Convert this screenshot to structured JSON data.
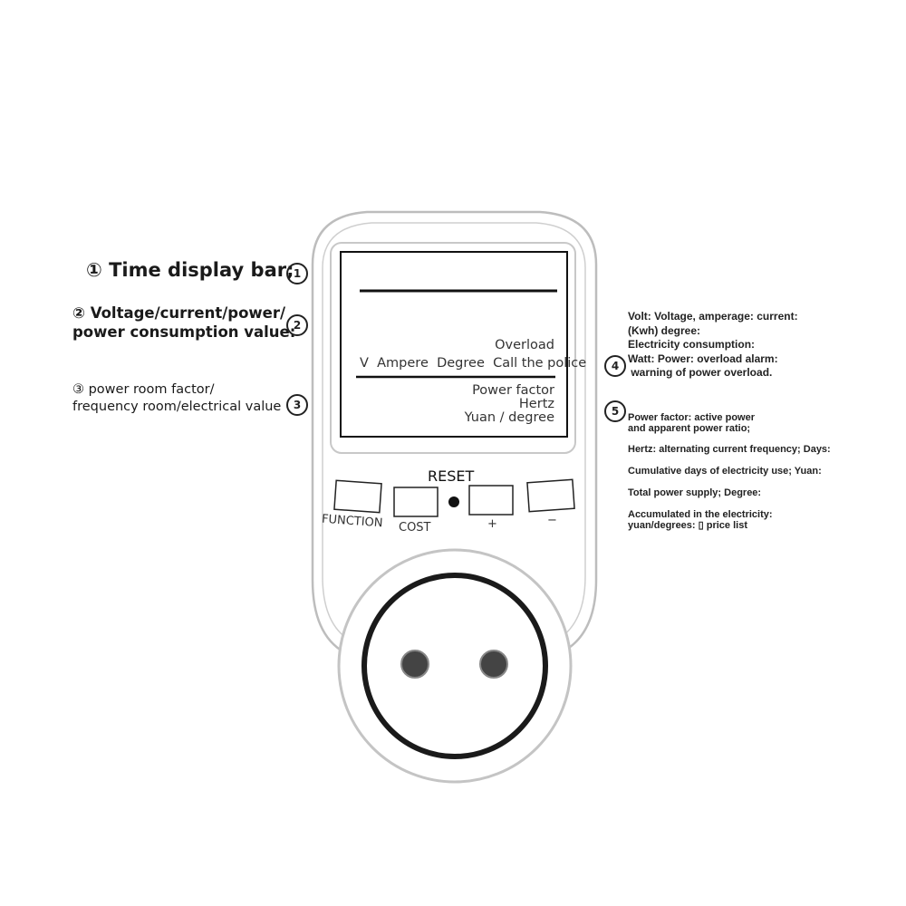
{
  "left_labels": {
    "label1": "① Time display bar;",
    "label2_line1": "② Voltage/current/power/",
    "label2_line2": "power consumption value:",
    "label3_line1": "③ power room factor/",
    "label3_line2": "frequency room/electrical value"
  },
  "badges": {
    "b1": "1",
    "b2": "2",
    "b3": "3",
    "b4": "4",
    "b5": "5"
  },
  "lcd": {
    "overload": "Overload",
    "units_row": "V  Ampere  Degree  Call the police",
    "power_factor": "Power factor",
    "hertz": "Hertz",
    "yuan_degree": "Yuan / degree"
  },
  "buttons": {
    "reset": "RESET",
    "function": "FUNCTION",
    "cost": "COST",
    "plus": "+",
    "minus": "−"
  },
  "right_text4": {
    "line1": "Volt: Voltage, amperage: current:",
    "line2": "(Kwh) degree:",
    "line3": "Electricity consumption:",
    "line4": "Watt: Power: overload alarm:",
    "line5": " warning of power overload."
  },
  "right_text5": {
    "line1": "Power factor: active power",
    "line2": "and apparent power ratio;",
    "line3": "Hertz: alternating current frequency; Days:",
    "line4": "Cumulative days of electricity use; Yuan:",
    "line5": "Total power supply; Degree:",
    "line6": "Accumulated in the electricity:",
    "line7": "yuan/degrees: ▯ price list"
  }
}
